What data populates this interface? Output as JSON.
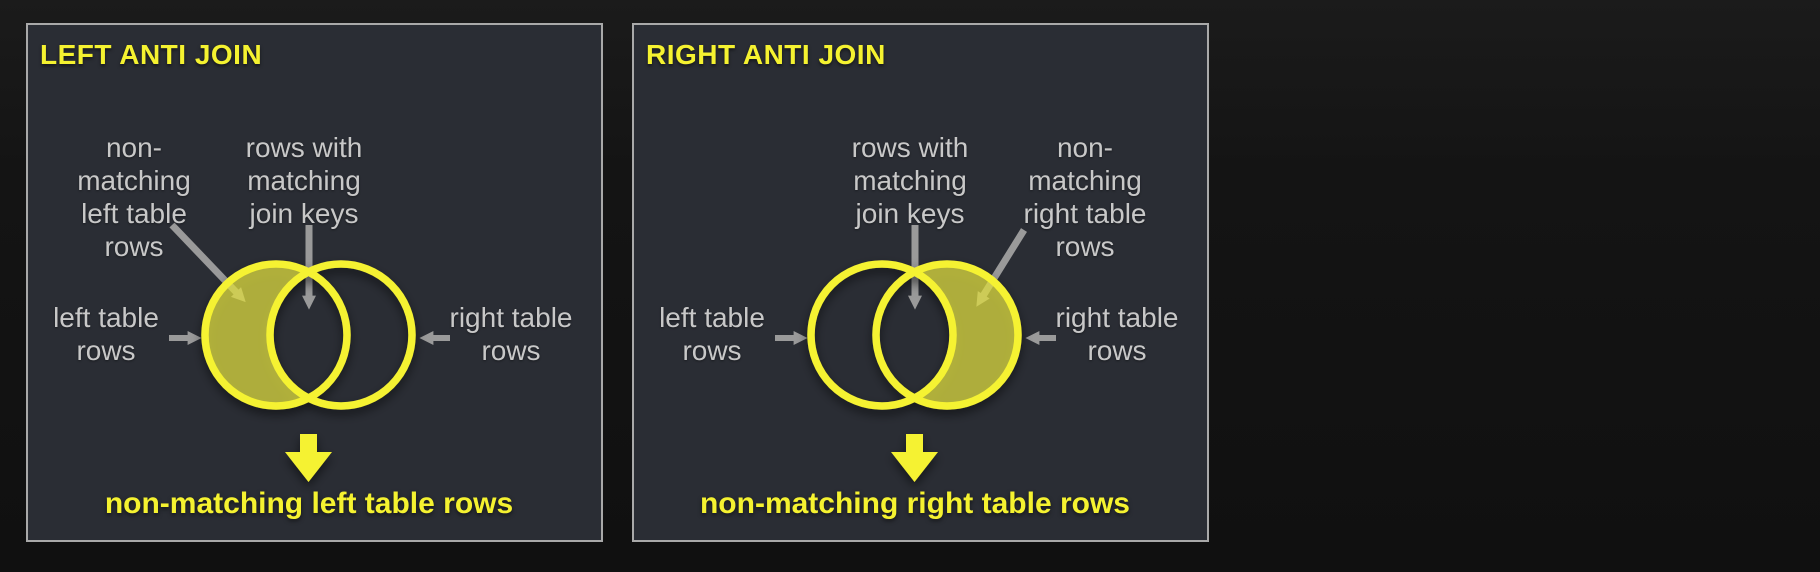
{
  "colors": {
    "page_background": "#151515",
    "panel_background": "#2a2d34",
    "panel_border": "#a9a9a9",
    "accent_yellow": "#f5f230",
    "crescent_fill": "#a1a044",
    "label_gray": "#c8c8c8",
    "arrow_gray": "#9a9a9a"
  },
  "panels": [
    {
      "title": "LEFT ANTI JOIN",
      "highlighted_region": "left",
      "callouts": {
        "nonmatching_lines": [
          "non-",
          "matching",
          "left table",
          "rows"
        ],
        "matching_lines": [
          "rows with",
          "matching",
          "join keys"
        ],
        "left_table_lines": [
          "left table",
          "rows"
        ],
        "right_table_lines": [
          "right table",
          "rows"
        ]
      },
      "result_label": "non-matching left table rows"
    },
    {
      "title": "RIGHT ANTI JOIN",
      "highlighted_region": "right",
      "callouts": {
        "nonmatching_lines": [
          "non-",
          "matching",
          "right table",
          "rows"
        ],
        "matching_lines": [
          "rows with",
          "matching",
          "join keys"
        ],
        "left_table_lines": [
          "left table",
          "rows"
        ],
        "right_table_lines": [
          "right table",
          "rows"
        ]
      },
      "result_label": "non-matching right table rows"
    }
  ]
}
